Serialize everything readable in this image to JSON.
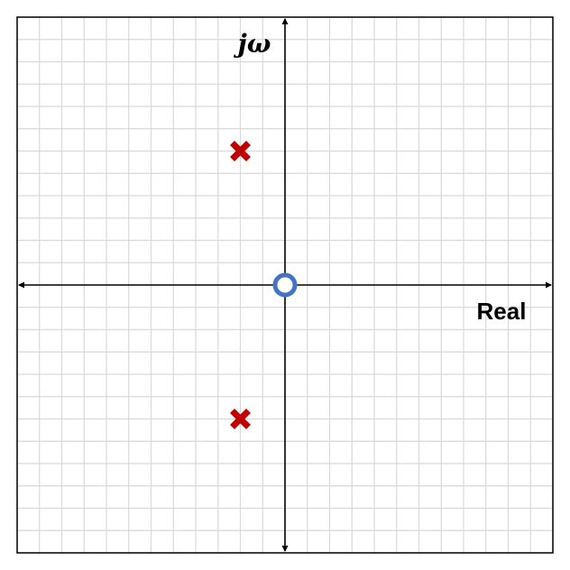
{
  "chart_data": {
    "type": "scatter",
    "title": "",
    "xlabel": "Real",
    "ylabel": "jω",
    "xlim": [
      -12,
      12
    ],
    "ylim": [
      -12,
      12
    ],
    "grid": true,
    "poles": [
      {
        "x": -2,
        "y": 6
      },
      {
        "x": -2,
        "y": -6
      }
    ],
    "zeros": [
      {
        "x": 0,
        "y": 0
      }
    ]
  },
  "colors": {
    "pole": "#c00000",
    "zero": "#4472c4",
    "grid": "#d9d9d9",
    "axis": "#000000",
    "border": "#000000"
  }
}
